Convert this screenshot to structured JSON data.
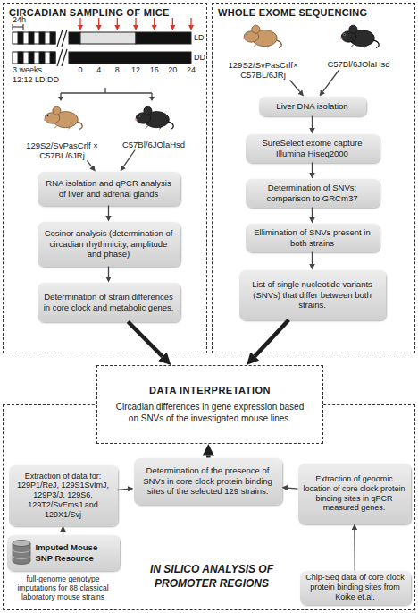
{
  "diagram": {
    "nodes": [
      {
        "text": [
          "CIRCADIAN SAMPLING OF MICE"
        ]
      },
      {
        "text": [
          "129S2/SvPasCrlf × C57BL/6JRj"
        ],
        "in": 0
      },
      {
        "text": [
          "C57Bl/6JOlaHsd"
        ],
        "in": 0
      },
      {
        "text": [
          "RNA isolation and qPCR analysis of liver and adrenal glands"
        ],
        "in": 0
      },
      {
        "text": [
          "Cosinor analysis (determination of circadian rhythmicity, amplitude and phase)"
        ],
        "in": 0
      },
      {
        "text": [
          "Determination of strain differences in core clock and metabolic genes."
        ],
        "in": 0
      },
      {
        "text": [
          "WHOLE EXOME SEQUENCING"
        ]
      },
      {
        "text": [
          "129S2/SvPasCrlf× C57BL/6JRj"
        ],
        "in": 6
      },
      {
        "text": [
          "C57Bl/6JOlaHsd"
        ],
        "in": 6
      },
      {
        "text": [
          "Liver DNA isolation"
        ],
        "in": 6
      },
      {
        "text": [
          "SureSelect exome capture Illumina Hiseq2000"
        ],
        "in": 6
      },
      {
        "text": [
          "Determination of SNVs: comparison to GRCm37"
        ],
        "in": 6
      },
      {
        "text": [
          "Ellimination of SNVs present in both strains"
        ],
        "in": 6
      },
      {
        "text": [
          "List of single nucleotide variants (SNVs) that differ between both strains."
        ],
        "in": 6
      },
      {
        "text": [
          "DATA INTERPRETATION",
          "Circadian differences in gene expression based on SNVs of the investigated mouse lines."
        ]
      },
      {
        "text": [
          "IN SILICO ANALYSIS OF PROMOTER REGIONS"
        ]
      },
      {
        "text": [
          "Extraction of data for: 129P1/ReJ, 129S1SvImJ, 129P3/J, 129S6, 129T2/SvEmsJ and 129X1/Svj"
        ],
        "in": 15
      },
      {
        "text": [
          "Determination of the presence of SNVs in core clock protein binding sites of the selected 129 strains."
        ],
        "in": 15
      },
      {
        "text": [
          "Extraction of genomic location of core clock protein binding sites in qPCR measured genes."
        ],
        "in": 15
      },
      {
        "text": [
          "Imputed Mouse SNP Resource",
          "full-genome genotype imputations for 88 classical laboratory mouse strains"
        ],
        "in": 15
      },
      {
        "text": [
          "Chip-Seq data of core clock protein binding sites from Koike et.al."
        ],
        "in": 15
      }
    ],
    "edges": [
      {
        "from": 1,
        "to": 3,
        "arrow": "to"
      },
      {
        "from": 2,
        "to": 3,
        "arrow": "to"
      },
      {
        "from": 3,
        "to": 4,
        "arrow": "to"
      },
      {
        "from": 4,
        "to": 5,
        "arrow": "to"
      },
      {
        "from": 7,
        "to": 9,
        "arrow": "to"
      },
      {
        "from": 8,
        "to": 9,
        "arrow": "to"
      },
      {
        "from": 9,
        "to": 10,
        "arrow": "to"
      },
      {
        "from": 10,
        "to": 11,
        "arrow": "to"
      },
      {
        "from": 11,
        "to": 12,
        "arrow": "to"
      },
      {
        "from": 12,
        "to": 13,
        "arrow": "to"
      },
      {
        "from": 5,
        "to": 14,
        "arrow": "to"
      },
      {
        "from": 13,
        "to": 14,
        "arrow": "to"
      },
      {
        "from": 19,
        "to": 16,
        "arrow": "to"
      },
      {
        "from": 16,
        "to": 17,
        "arrow": "to"
      },
      {
        "from": 20,
        "to": 18,
        "arrow": "to"
      },
      {
        "from": 18,
        "to": 17,
        "arrow": "to"
      },
      {
        "from": 17,
        "to": 14,
        "arrow": "to"
      }
    ],
    "labels": [
      "24h",
      "LD",
      "DD",
      "3 weeks",
      "12:12 LD:DD",
      "0",
      "4",
      "8",
      "12",
      "16",
      "20",
      "24"
    ]
  }
}
